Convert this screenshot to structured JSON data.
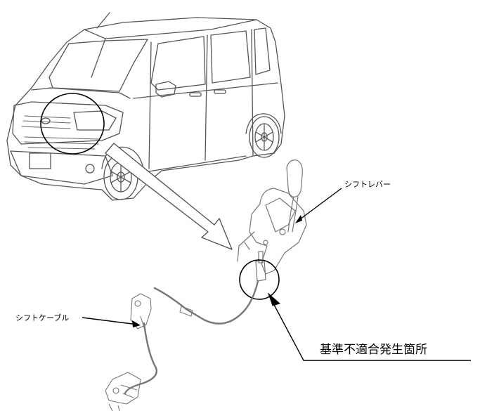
{
  "labels": {
    "shift_lever": "シフトレバー",
    "shift_cable": "シフトケーブル",
    "defect_location": "基準不適合発生箇所"
  },
  "colors": {
    "line": "#000000",
    "drawing": "#555555",
    "light": "#9a9a9a",
    "background": "#ffffff"
  }
}
